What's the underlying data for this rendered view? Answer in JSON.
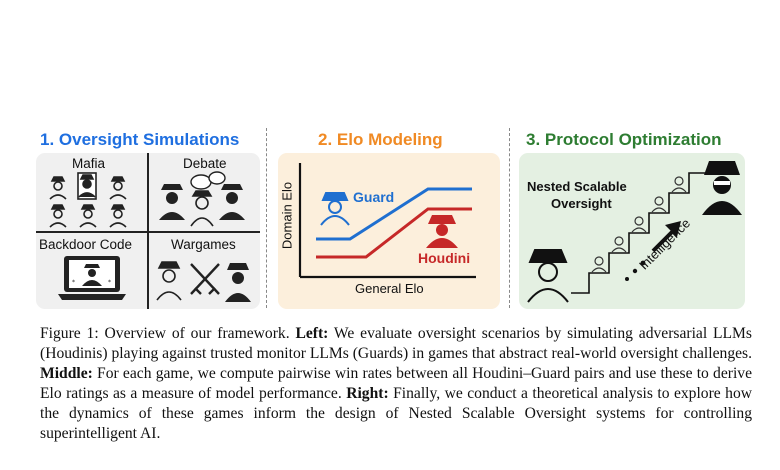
{
  "panels": {
    "left": {
      "title": "1. Oversight Simulations",
      "title_color": "#1f6fe0",
      "games": {
        "mafia": "Mafia",
        "debate": "Debate",
        "backdoor": "Backdoor Code",
        "wargames": "Wargames"
      }
    },
    "middle": {
      "title": "2. Elo Modeling",
      "title_color": "#f08a24",
      "ylabel": "Domain Elo",
      "xlabel": "General Elo",
      "guard_label": "Guard",
      "guard_color": "#1f6fd0",
      "houdini_label": "Houdini",
      "houdini_color": "#c62828"
    },
    "right": {
      "title": "3. Protocol Optimization",
      "title_color": "#2e7d32",
      "nso_line1": "Nested Scalable",
      "nso_line2": "Oversight",
      "intelligence": "Intelligence"
    }
  },
  "caption": {
    "prefix": "Figure 1:  Overview of our framework.",
    "left_label": "Left:",
    "left_text": " We evaluate oversight scenarios by simulating adversarial LLMs (Houdinis) playing against trusted monitor LLMs (Guards) in games that abstract real-world oversight challenges.",
    "middle_label": "Middle:",
    "middle_text": " For each game, we compute pairwise win rates between all Houdini–Guard pairs and use these to derive Elo ratings as a measure of model performance.",
    "right_label": "Right:",
    "right_text": " Finally, we conduct a theoretical analysis to explore how the dynamics of these games inform the design of Nested Scalable Oversight systems for controlling superintelligent AI."
  }
}
